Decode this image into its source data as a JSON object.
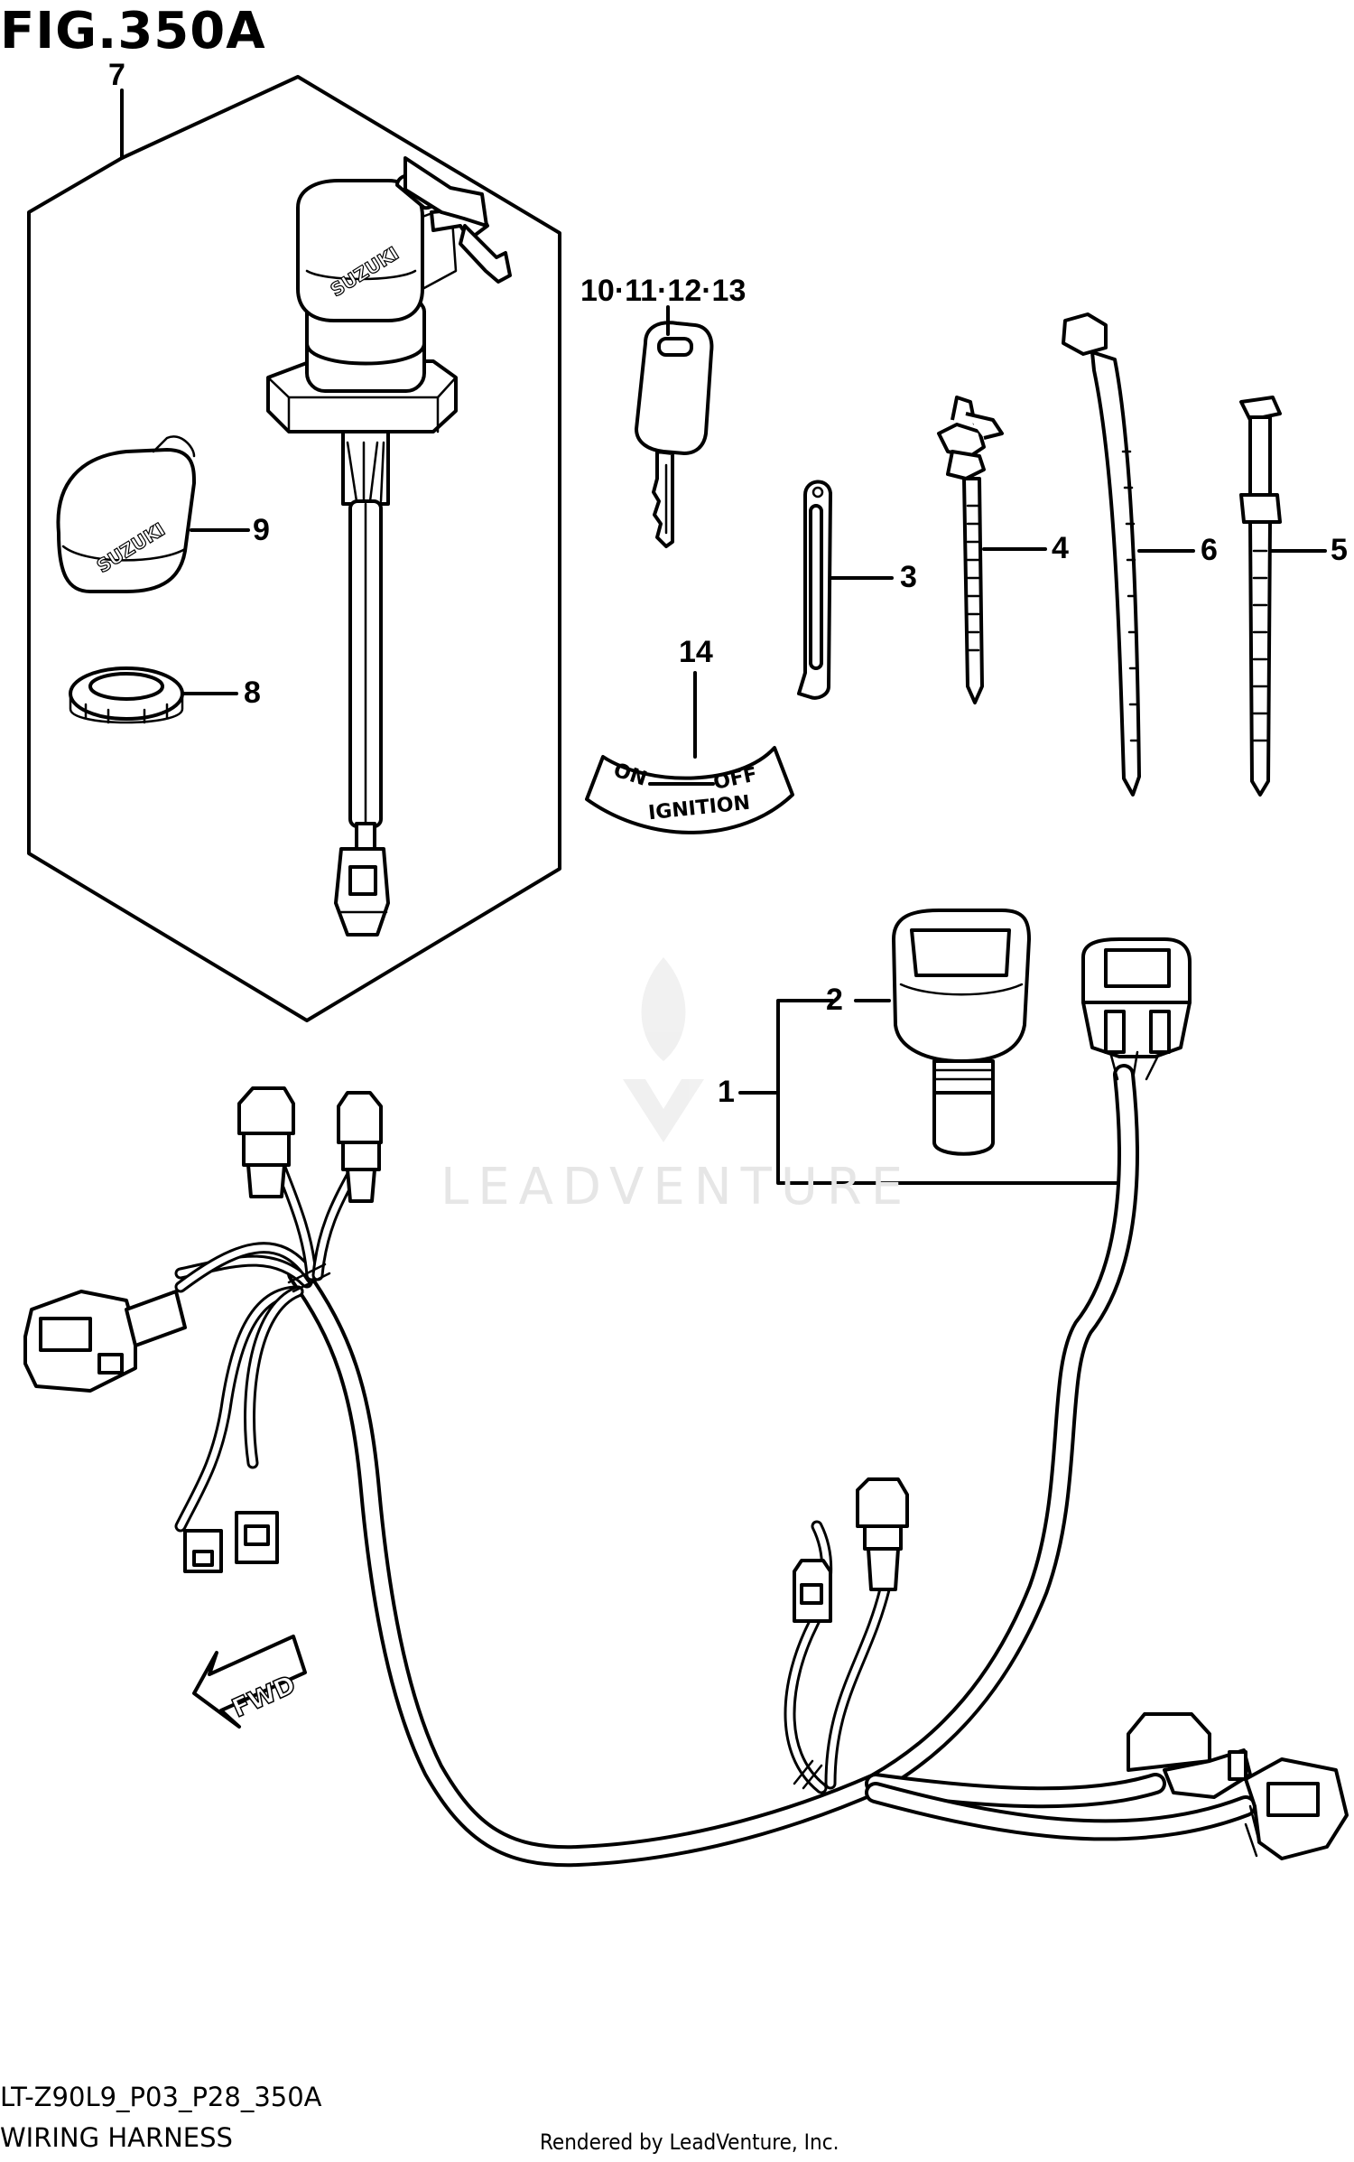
{
  "figure": {
    "title": "FIG.350A",
    "model_code": "LT-Z90L9_P03_P28_350A",
    "name": "WIRING HARNESS",
    "credit": "Rendered by LeadVenture, Inc."
  },
  "watermark": {
    "text": "LEADVENTURE"
  },
  "callouts": {
    "c1": "1",
    "c2": "2",
    "c3": "3",
    "c4": "4",
    "c5": "5",
    "c6": "6",
    "c7": "7",
    "c8": "8",
    "c9": "9",
    "c10": "10·11·12·13",
    "c14": "14"
  },
  "decal": {
    "on": "ON",
    "off": "OFF",
    "ignition": "IGNITION"
  },
  "brand": {
    "text": "SUZUKI"
  },
  "direction": {
    "text": "FWD"
  }
}
